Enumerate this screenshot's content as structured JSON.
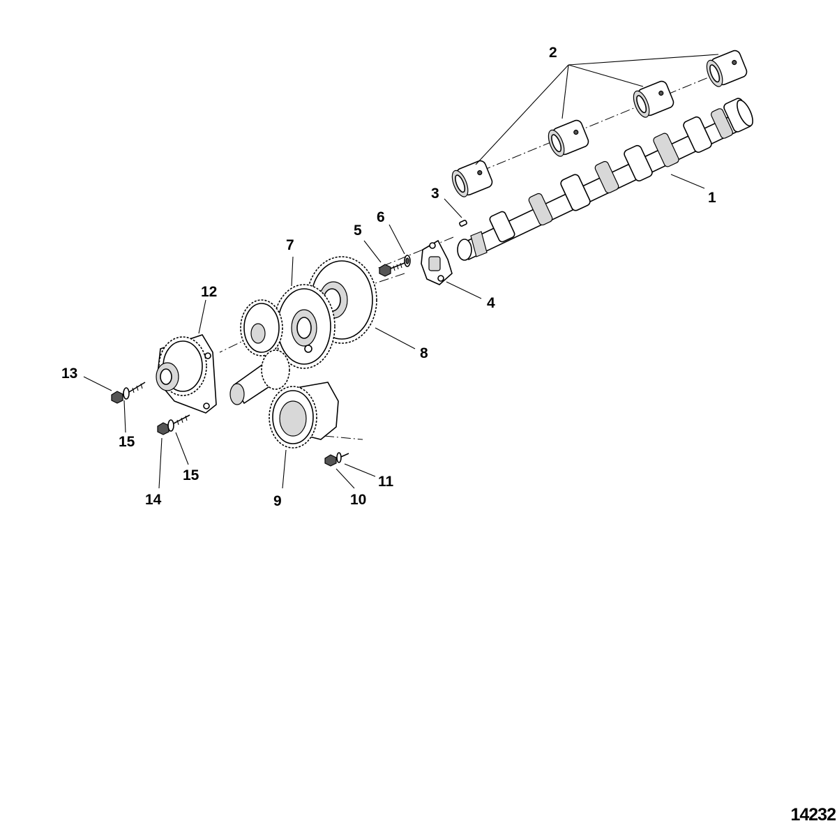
{
  "diagram": {
    "figure_number": "14232",
    "callouts": [
      {
        "id": "1",
        "text": "1"
      },
      {
        "id": "2",
        "text": "2"
      },
      {
        "id": "3",
        "text": "3"
      },
      {
        "id": "4",
        "text": "4"
      },
      {
        "id": "5",
        "text": "5"
      },
      {
        "id": "6",
        "text": "6"
      },
      {
        "id": "7",
        "text": "7"
      },
      {
        "id": "8",
        "text": "8"
      },
      {
        "id": "9",
        "text": "9"
      },
      {
        "id": "10",
        "text": "10"
      },
      {
        "id": "11",
        "text": "11"
      },
      {
        "id": "12",
        "text": "12"
      },
      {
        "id": "13",
        "text": "13"
      },
      {
        "id": "14",
        "text": "14"
      },
      {
        "id": "15a",
        "text": "15"
      },
      {
        "id": "15b",
        "text": "15"
      }
    ]
  }
}
